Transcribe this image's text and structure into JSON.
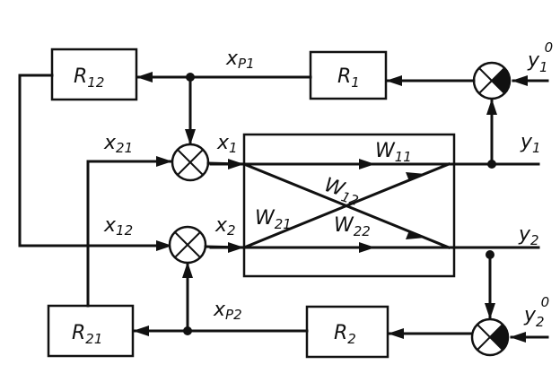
{
  "blocks": {
    "r12": {
      "main": "R",
      "sub": "12"
    },
    "r1": {
      "main": "R",
      "sub": "1"
    },
    "r21": {
      "main": "R",
      "sub": "21"
    },
    "r2": {
      "main": "R",
      "sub": "2"
    }
  },
  "signals": {
    "xp1": {
      "main": "x",
      "sub": "P1"
    },
    "xp2": {
      "main": "x",
      "sub": "P2"
    },
    "x21": {
      "main": "x",
      "sub": "21"
    },
    "x12": {
      "main": "x",
      "sub": "12"
    },
    "x1": {
      "main": "x",
      "sub": "1"
    },
    "x2": {
      "main": "x",
      "sub": "2"
    },
    "y1": {
      "main": "y",
      "sub": "1"
    },
    "y2": {
      "main": "y",
      "sub": "2"
    },
    "y1_0": {
      "main": "y",
      "sub": "1",
      "sup": "0"
    },
    "y2_0": {
      "main": "y",
      "sub": "2",
      "sup": "0"
    }
  },
  "plant": {
    "w11": {
      "main": "W",
      "sub": "11"
    },
    "w12": {
      "main": "W",
      "sub": "12"
    },
    "w21": {
      "main": "W",
      "sub": "21"
    },
    "w22": {
      "main": "W",
      "sub": "22"
    }
  }
}
